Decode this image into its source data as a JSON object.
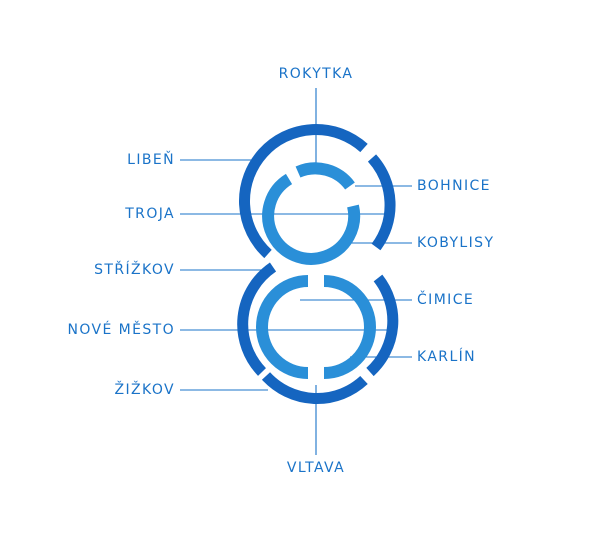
{
  "colors": {
    "outer_ring": "#1565c0",
    "inner_ring": "#2a8fd8",
    "leader_line": "#1a73c8",
    "label_text": "#1a73c8",
    "background": "#ffffff"
  },
  "labels": {
    "top": "ROKYTKA",
    "bottom": "VLTAVA",
    "left": [
      "LIBEŇ",
      "TROJA",
      "STŘÍŽKOV",
      "NOVÉ MĚSTO",
      "ŽIŽKOV"
    ],
    "right": [
      "BOHNICE",
      "KOBYLISY",
      "ČIMICE",
      "KARLÍN"
    ]
  }
}
